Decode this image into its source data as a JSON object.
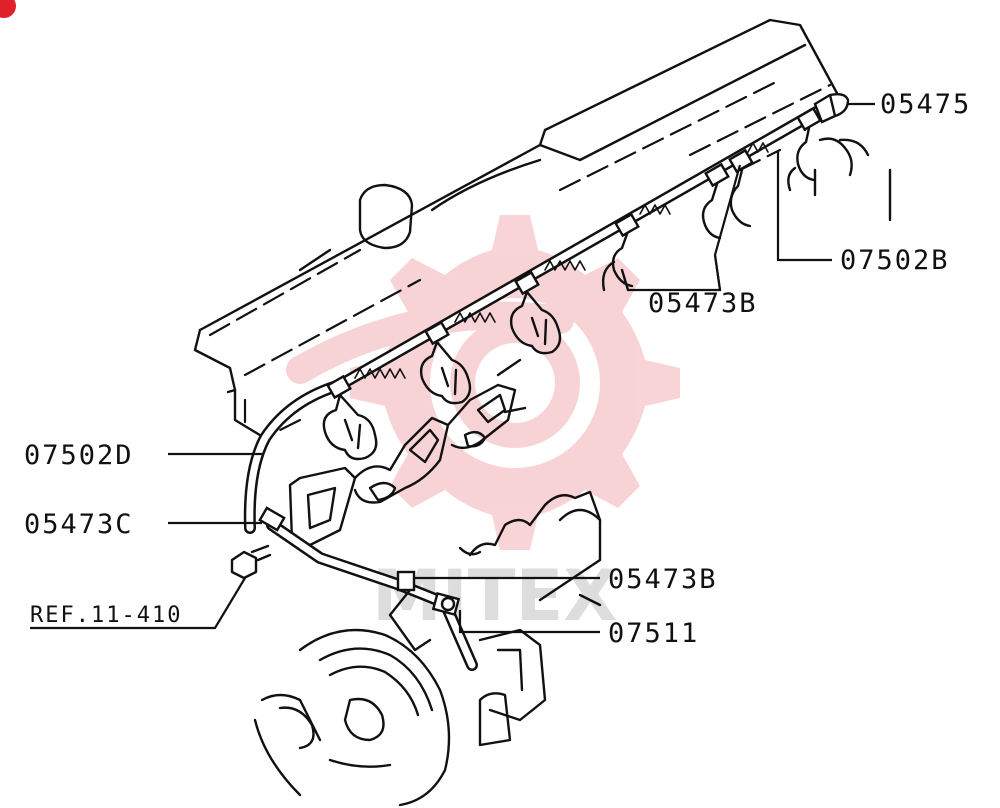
{
  "callouts": {
    "c05475": "05475",
    "c07502B": "07502B",
    "c05473B_top": "05473B",
    "c07502D": "07502D",
    "c05473C": "05473C",
    "c05473B_bottom": "05473B",
    "c07511": "07511",
    "ref": "REF.11-410"
  },
  "watermark": {
    "text": "MITEX",
    "color": "#f3b0b4"
  },
  "colors": {
    "ink": "#111111",
    "corner_badge": "#e0202a"
  }
}
